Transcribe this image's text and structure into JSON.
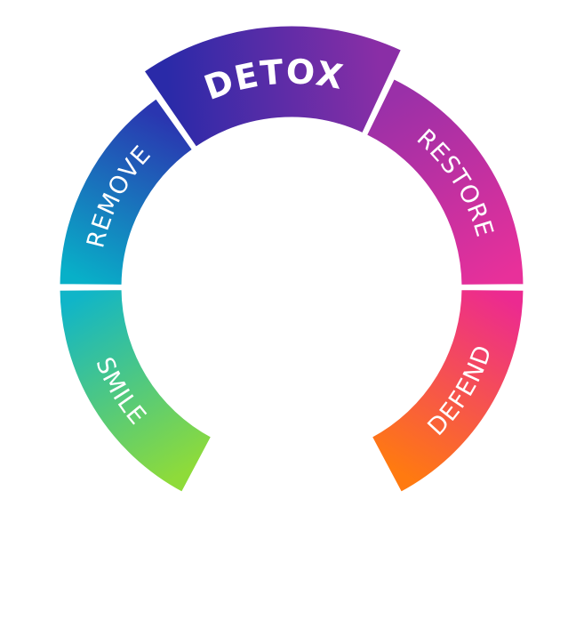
{
  "diagram": {
    "segments": [
      {
        "key": "smile",
        "label": "SMILE",
        "color_start": "#8edb3a",
        "color_end": "#10b5c8"
      },
      {
        "key": "remove",
        "label": "REMOVE",
        "color_start": "#08b0c8",
        "color_end": "#2a36b0"
      },
      {
        "key": "detox",
        "label": "DETOX",
        "color_start": "#2a2aa8",
        "color_end": "#8a2ea6",
        "emphasized": true
      },
      {
        "key": "restore",
        "label": "RESTORE",
        "color_start": "#9a30a8",
        "color_end": "#e8309a"
      },
      {
        "key": "defend",
        "label": "DEFEND",
        "color_start": "#ec2a90",
        "color_end": "#ff7a10"
      }
    ],
    "divider_color": "#ffffff",
    "background": "#ffffff"
  }
}
